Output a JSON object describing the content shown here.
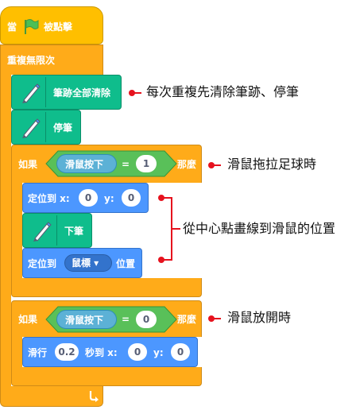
{
  "hat": {
    "when": "當",
    "flag_icon": "green-flag-icon",
    "clicked": "被點擊"
  },
  "forever": {
    "label": "重複無限次",
    "arrow_icon": "loop-arrow-icon"
  },
  "blocks": {
    "clear": {
      "label": "筆跡全部清除"
    },
    "pen_up": {
      "label": "停筆"
    },
    "if1": {
      "if": "如果",
      "then": "那麼",
      "mouse_down": "滑鼠按下",
      "eq": "=",
      "value": "1",
      "goto_xy": {
        "label": "定位到 x:",
        "x": "0",
        "ylabel": "y:",
        "y": "0"
      },
      "pen_down": {
        "label": "下筆"
      },
      "goto": {
        "label": "定位到",
        "target": "鼠標 ▾",
        "suffix": "位置"
      }
    },
    "if2": {
      "if": "如果",
      "then": "那麼",
      "mouse_down": "滑鼠按下",
      "eq": "=",
      "value": "0",
      "glide": {
        "label": "滑行",
        "secs": "0.2",
        "to": "秒到 x:",
        "x": "0",
        "ylabel": "y:",
        "y": "0"
      }
    }
  },
  "annotations": {
    "a1": "每次重複先清除筆跡、停筆",
    "a2": "滑鼠拖拉足球時",
    "a3": "從中心點畫線到滑鼠的位置",
    "a4": "滑鼠放開時"
  },
  "colors": {
    "control": "#ffab19",
    "control_dark": "#cf8b17",
    "event": "#ffbf00",
    "pen": "#0fbd8c",
    "pen_dark": "#0b8e69",
    "motion": "#4c97ff",
    "motion_dark": "#3373cc",
    "sensing": "#5cb1d6",
    "operator": "#59c059",
    "annotation": "#e6121e"
  }
}
